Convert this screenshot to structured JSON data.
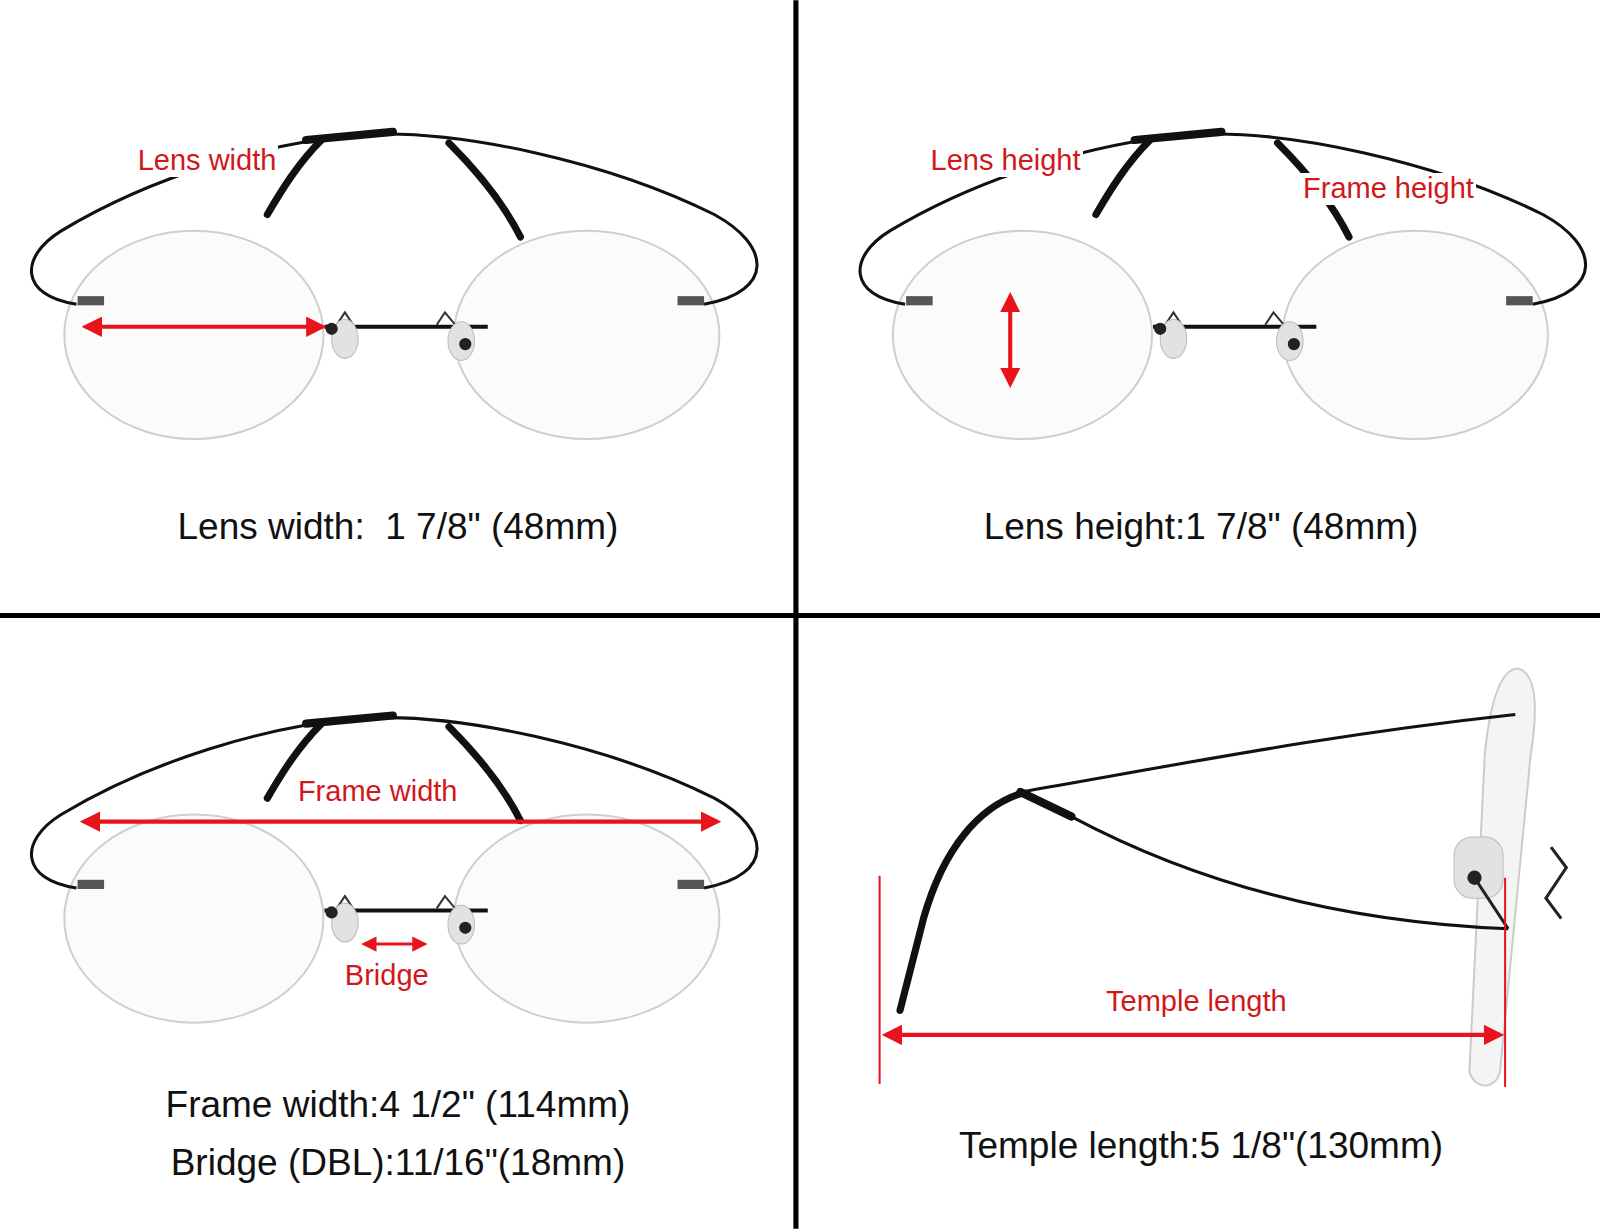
{
  "diagram": {
    "labels": [
      "Lens width",
      "Lens height",
      "Frame height",
      "Lens width:  1 7/8\" (48mm)",
      "Lens height:1 7/8\" (48mm)",
      "Frame width",
      "Bridge",
      "Temple length",
      "Frame width:4 1/2\" (114mm)",
      "Bridge (DBL):11/16\"(18mm)",
      "Temple length:5 1/8\"(130mm)"
    ]
  }
}
